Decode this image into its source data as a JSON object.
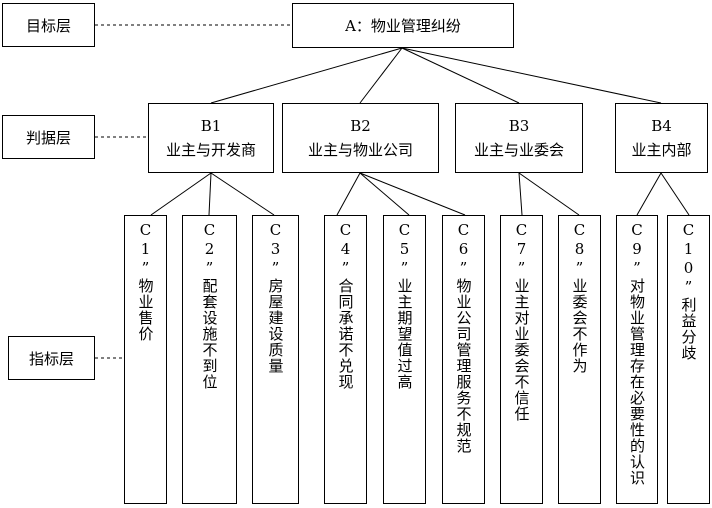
{
  "levels": {
    "goal": "目标层",
    "criteria": "判据层",
    "indicator": "指标层"
  },
  "goal": {
    "label": "A：物业管理纠纷"
  },
  "criteria": [
    {
      "code": "B1",
      "label": "业主与开发商"
    },
    {
      "code": "B2",
      "label": "业主与物业公司"
    },
    {
      "code": "B3",
      "label": "业主与业委会"
    },
    {
      "code": "B4",
      "label": "业主内部"
    }
  ],
  "indicators": [
    {
      "code": "C1",
      "label": "物业售价",
      "parent": "B1"
    },
    {
      "code": "C2",
      "label": "配套设施不到位",
      "parent": "B1"
    },
    {
      "code": "C3",
      "label": "房屋建设质量",
      "parent": "B1"
    },
    {
      "code": "C4",
      "label": "合同承诺不兑现",
      "parent": "B2"
    },
    {
      "code": "C5",
      "label": "业主期望值过高",
      "parent": "B2"
    },
    {
      "code": "C6",
      "label": "物业公司管理服务不规范",
      "parent": "B2"
    },
    {
      "code": "C7",
      "label": "业主对业委会不信任",
      "parent": "B3"
    },
    {
      "code": "C8",
      "label": "业委会不作为",
      "parent": "B3"
    },
    {
      "code": "C9",
      "label": "对物业管理存在必要性的认识",
      "parent": "B4"
    },
    {
      "code": "C10",
      "label": "利益分歧",
      "parent": "B4"
    }
  ],
  "separator": "”"
}
